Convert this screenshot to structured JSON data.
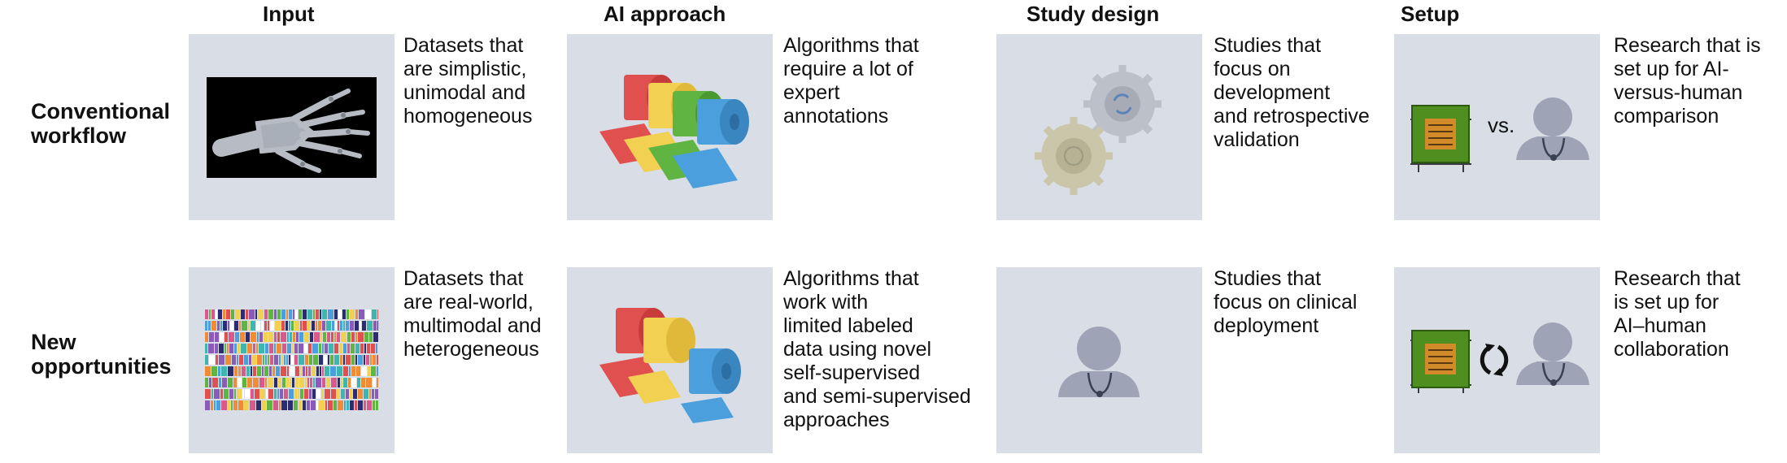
{
  "columns": [
    "Input",
    "AI approach",
    "Study design",
    "Setup"
  ],
  "rows": [
    {
      "label": [
        "Conventional",
        "workflow"
      ],
      "cells": [
        {
          "lines": [
            "Datasets that",
            "are simplistic,",
            "unimodal and",
            "homogeneous"
          ]
        },
        {
          "lines": [
            "Algorithms that",
            "require a lot of",
            "expert",
            "annotations"
          ]
        },
        {
          "lines": [
            "Studies that",
            "focus on",
            "development",
            "and retrospective",
            "validation"
          ]
        },
        {
          "lines": [
            "Research that is",
            "set up for AI-",
            "versus-human",
            "comparison"
          ]
        }
      ]
    },
    {
      "label": [
        "New",
        "opportunities"
      ],
      "cells": [
        {
          "lines": [
            "Datasets that",
            "are real-world,",
            "multimodal and",
            "heterogeneous"
          ]
        },
        {
          "lines": [
            "Algorithms that",
            "work with",
            "limited labeled",
            "data using novel",
            "self-supervised",
            "and semi-supervised",
            "approaches"
          ]
        },
        {
          "lines": [
            "Studies that",
            "focus on clinical",
            "deployment"
          ]
        },
        {
          "lines": [
            "Research that",
            "is set up for",
            "AI–human",
            "collaboration"
          ]
        }
      ]
    }
  ],
  "versus_label": "vs.",
  "icons": {
    "xray": "hand-xray-icon",
    "multimodal": "multimodal-barcode-icon",
    "rolls_full": "annotation-rolls-icon",
    "rolls_limited": "limited-annotation-rolls-icon",
    "gears": "gears-icon",
    "clinician": "clinician-icon",
    "chip": "ai-chip-icon",
    "cycle": "cycle-arrows-icon"
  },
  "colors": {
    "panel": "#d9dde6",
    "roll_red": "#e0504e",
    "roll_yellow": "#f2d152",
    "roll_green": "#5fb442",
    "roll_blue": "#4a9fdc",
    "chip_green": "#4f8f1f",
    "person": "#9ea4b6"
  }
}
